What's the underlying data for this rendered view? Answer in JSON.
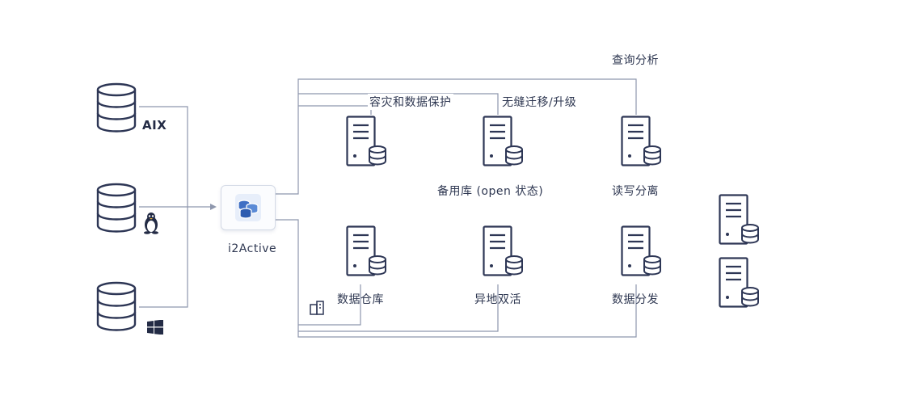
{
  "sources": [
    {
      "os_label": "AIX",
      "icon": "database-icon"
    },
    {
      "os_label": "",
      "icon": "linux-penguin-icon"
    },
    {
      "os_label": "",
      "icon": "windows-icon"
    }
  ],
  "hub": {
    "label": "i2Active",
    "icon": "database-cluster-icon"
  },
  "annotations": {
    "query_analysis": "查询分析",
    "disaster_protection": "容灾和数据保护",
    "migration_upgrade": "无缝迁移/升级"
  },
  "targets": [
    {
      "label": "备用库 (open 状态)"
    },
    {
      "label": "读写分离"
    },
    {
      "label": "数据仓库"
    },
    {
      "label": "异地双活"
    },
    {
      "label": "数据分发"
    }
  ],
  "colors": {
    "line": "#8e97ad",
    "icon_stroke": "#2d3655",
    "accent": "#3f6fc4"
  }
}
